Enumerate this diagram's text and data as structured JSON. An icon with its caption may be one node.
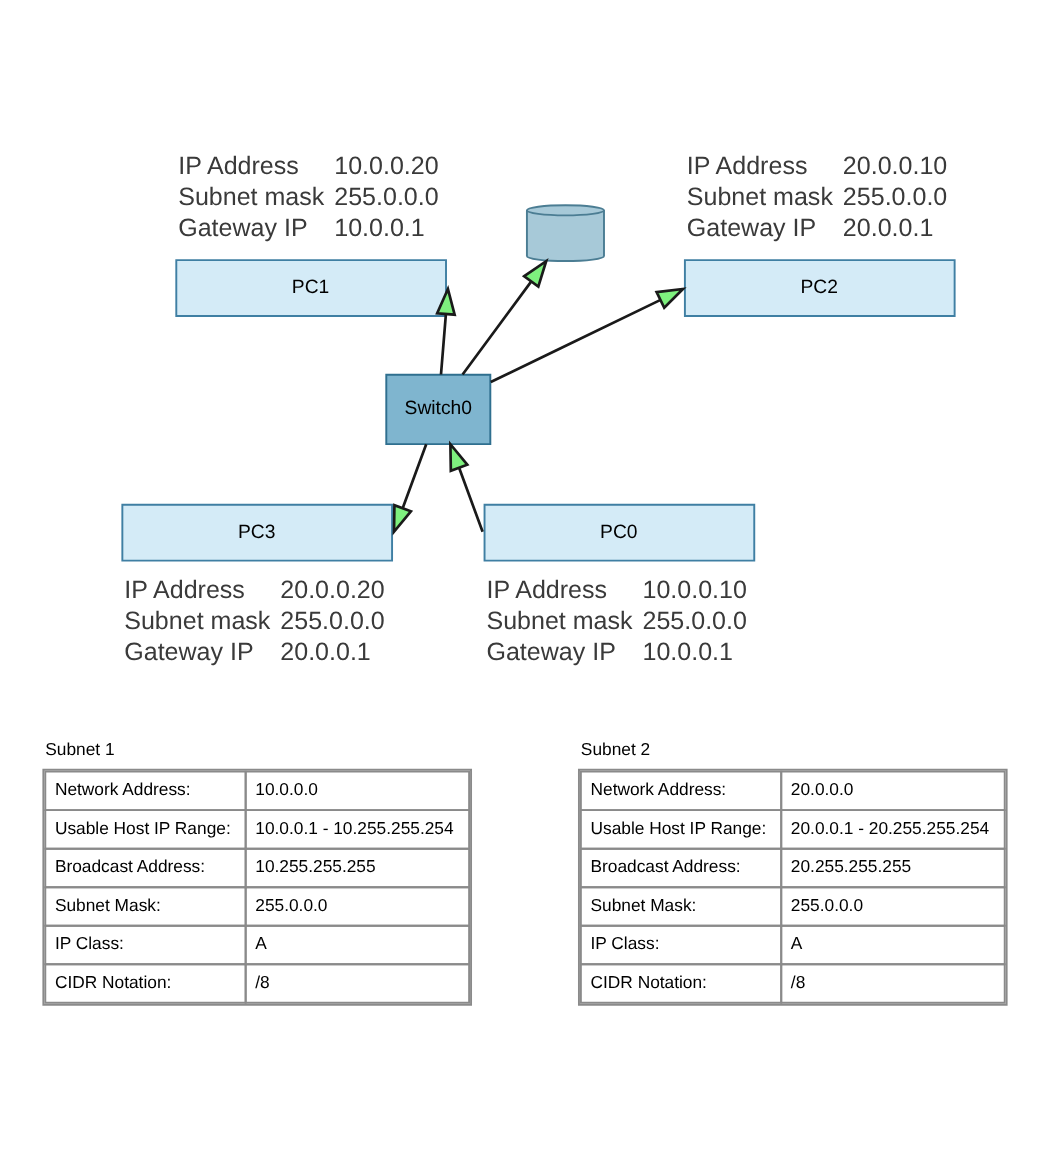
{
  "diagram": {
    "nodes": [
      {
        "text": [],
        "shape": "cylinder"
      },
      {
        "text": [
          "PC1"
        ],
        "beside": [
          "IP Address",
          "10.0.0.20",
          "Subnet mask",
          "255.0.0.0",
          "Gateway IP",
          "10.0.0.1"
        ]
      },
      {
        "text": [
          "PC2"
        ],
        "beside": [
          "IP Address",
          "20.0.0.10",
          "Subnet mask",
          "255.0.0.0",
          "Gateway IP",
          "20.0.0.1"
        ]
      },
      {
        "text": [
          "Switch0"
        ]
      },
      {
        "text": [
          "PC0"
        ],
        "beside": [
          "IP Address",
          "10.0.0.10",
          "Subnet mask",
          "255.0.0.0",
          "Gateway IP",
          "10.0.0.1"
        ]
      },
      {
        "text": [
          "PC3"
        ],
        "beside": [
          "IP Address",
          "20.0.0.20",
          "Subnet mask",
          "255.0.0.0",
          "Gateway IP",
          "20.0.0.1"
        ]
      }
    ],
    "edges": [
      {
        "from": 3,
        "to": 0,
        "arrow": "to"
      },
      {
        "from": 3,
        "to": 1,
        "arrow": "to"
      },
      {
        "from": 3,
        "to": 2,
        "arrow": "to"
      },
      {
        "from": 4,
        "to": 3,
        "arrow": "to"
      },
      {
        "from": 3,
        "to": 5,
        "arrow": "to"
      }
    ],
    "labels": [
      "Subnet 1",
      "Network Address:",
      "10.0.0.0",
      "Usable Host IP Range:",
      "10.0.0.1 - 10.255.255.254",
      "Broadcast Address:",
      "10.255.255.255",
      "Subnet Mask:",
      "255.0.0.0",
      "IP Class:",
      "A",
      "CIDR Notation:",
      "/8",
      "Subnet 2",
      "Network Address:",
      "20.0.0.0",
      "Usable Host IP Range:",
      "20.0.0.1 - 20.255.255.254",
      "Broadcast Address:",
      "20.255.255.255",
      "Subnet Mask:",
      "255.0.0.0",
      "IP Class:",
      "A",
      "CIDR Notation:",
      "/8"
    ]
  }
}
